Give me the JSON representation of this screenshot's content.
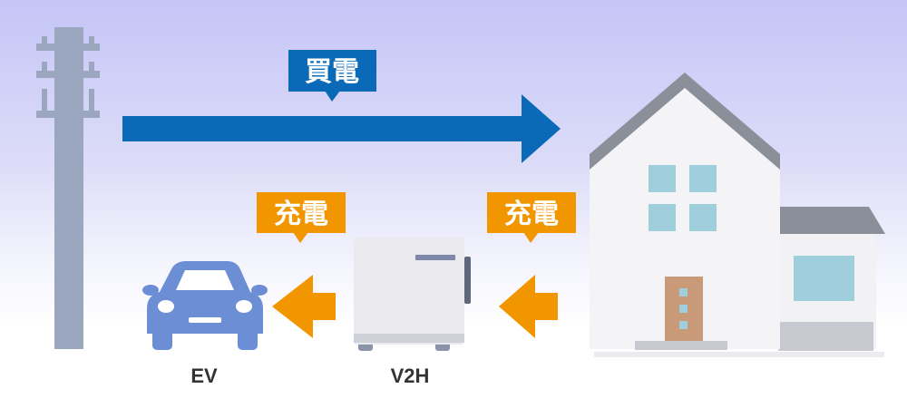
{
  "labels": {
    "buy_power": "買電",
    "charge_left": "充電",
    "charge_right": "充電",
    "ev": "EV",
    "v2h": "V2H"
  },
  "colors": {
    "buy_arrow": "#0a6ab8",
    "charge_arrow": "#f29600",
    "car": "#6b8ed4",
    "pole": "#9ba6bf"
  }
}
